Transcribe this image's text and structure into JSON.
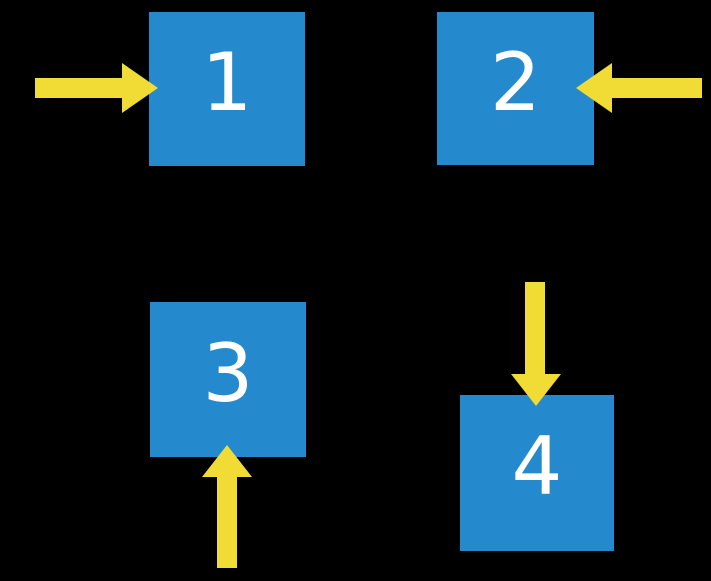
{
  "slide": {
    "background": "#000000"
  },
  "colors": {
    "square_blue": "#2589CE",
    "arrow_yellow": "#F0DC34",
    "label_white": "#FFFFFF"
  },
  "squares": [
    {
      "id": "square-1",
      "label": "1"
    },
    {
      "id": "square-2",
      "label": "2"
    },
    {
      "id": "square-3",
      "label": "3"
    },
    {
      "id": "square-4",
      "label": "4"
    }
  ],
  "arrows": [
    {
      "direction": "right",
      "points_at": "1"
    },
    {
      "direction": "left",
      "points_at": "2"
    },
    {
      "direction": "up",
      "points_at": "3"
    },
    {
      "direction": "down",
      "points_at": "4"
    }
  ]
}
